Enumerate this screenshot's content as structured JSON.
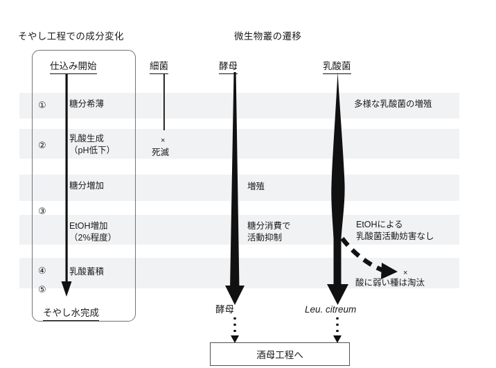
{
  "titles": {
    "left": "そやし工程での成分変化",
    "right": "微生物叢の遷移"
  },
  "left_process": {
    "start_label": "仕込み開始",
    "end_label": "そやし水完成",
    "steps": [
      {
        "marker": "①",
        "text": "糖分希薄"
      },
      {
        "marker": "②",
        "text": "乳酸生成\n（pH低下）"
      },
      {
        "marker": "③",
        "text": "糖分増加"
      },
      {
        "marker": "",
        "text": "EtOH増加\n（2%程度）"
      },
      {
        "marker": "④",
        "text": "乳酸蓄積"
      },
      {
        "marker": "⑤",
        "text": ""
      }
    ]
  },
  "columns": [
    {
      "head": "細菌",
      "result": "",
      "result_italic": false
    },
    {
      "head": "酵母",
      "result": "酵母",
      "result_italic": false
    },
    {
      "head": "乳酸菌",
      "result": "Leu. citreum",
      "result_italic": true
    }
  ],
  "annotations": {
    "bacteria_x": "×",
    "bacteria_fate": "死滅",
    "yeast_growth": "増殖",
    "yeast_inhibit": "糖分消費で\n活動抑制",
    "lab_growth": "多様な乳酸菌の増殖",
    "lab_etoh": "EtOHによる\n乳酸菌活動妨害なし",
    "eliminated_x": "×",
    "eliminated": "酸に弱い種は淘汰"
  },
  "destination": {
    "label": "酒母工程へ"
  },
  "colors": {
    "band": "#f1f2f4",
    "ink": "#1a1a1a",
    "box_border": "#6f7276",
    "arrow": "#111111"
  }
}
